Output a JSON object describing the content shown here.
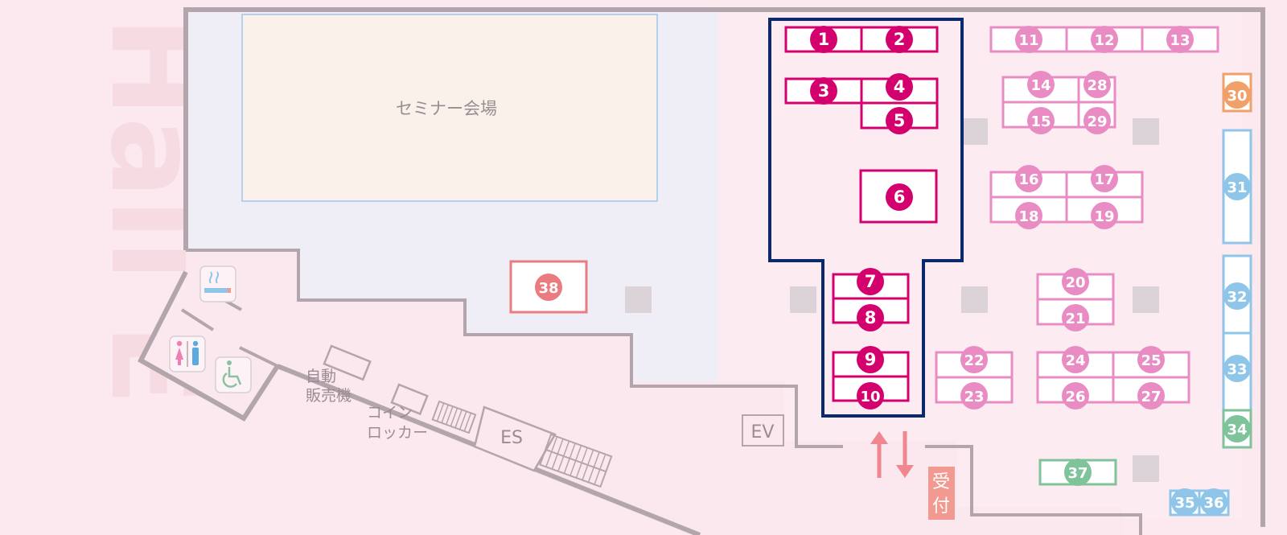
{
  "hall_name": "Hall E",
  "seminar_label": "セミナー会場",
  "elevator_label": "EV",
  "escalator_label": "ES",
  "vending_label": [
    "自動",
    "販売機"
  ],
  "locker_label": [
    "コイン",
    "ロッカー"
  ],
  "reception_label": [
    "受",
    "付"
  ],
  "booths": [
    "1",
    "2",
    "3",
    "4",
    "5",
    "6",
    "7",
    "8",
    "9",
    "10",
    "11",
    "12",
    "13",
    "14",
    "15",
    "16",
    "17",
    "18",
    "19",
    "20",
    "21",
    "22",
    "23",
    "24",
    "25",
    "26",
    "27",
    "28",
    "29",
    "30",
    "31",
    "32",
    "33",
    "34",
    "35",
    "36",
    "37",
    "38"
  ],
  "icons": [
    "smoking-area-icon",
    "restroom-icon",
    "accessible-restroom-icon",
    "up-arrow-icon",
    "down-arrow-icon"
  ],
  "colors": {
    "highlight_booths": "#d4006e",
    "highlight_outline": "#0b2a6e",
    "pink_booths": "#e98cc3",
    "salmon_booth": "#ea7b80",
    "orange_booth": "#f0a068",
    "blue_booths": "#8ec5e8",
    "green_booths": "#7fc39a",
    "wall": "#b3a5ac",
    "reception": "#f29a92"
  }
}
